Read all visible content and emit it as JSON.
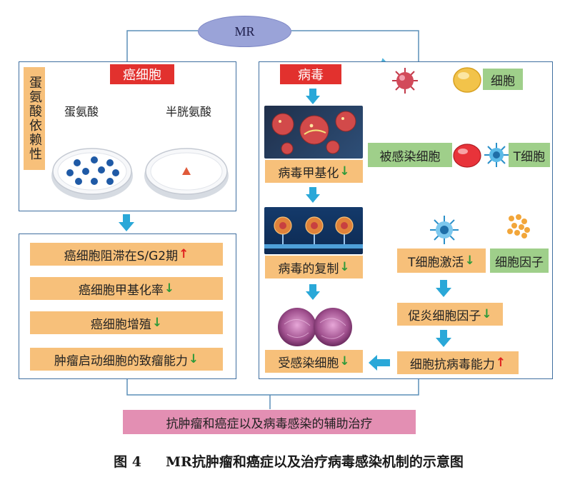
{
  "top": {
    "mr": "MR"
  },
  "left": {
    "cancer_cell": "癌细胞",
    "methionine_dependency": "蛋氨酸依赖性",
    "methionine": "蛋氨酸",
    "cysteine": "半胱氨酸"
  },
  "left_effects": [
    {
      "text": "癌细胞阻滞在S/G2期",
      "arrow": "↑"
    },
    {
      "text": "癌细胞甲基化率",
      "arrow": "↓"
    },
    {
      "text": "癌细胞增殖",
      "arrow": "↓"
    },
    {
      "text": "肿瘤启动细胞的致瘤能力",
      "arrow": "↓"
    }
  ],
  "right": {
    "virus": "病毒",
    "virus_methylation": {
      "text": "病毒甲基化",
      "arrow": "↓"
    },
    "virus_replication": {
      "text": "病毒的复制",
      "arrow": "↓"
    },
    "infected_cells_down": {
      "text": "受感染细胞",
      "arrow": "↓"
    },
    "cell": "细胞",
    "infected_cell": "被感染细胞",
    "t_cell": "T细胞",
    "cytokine": "细胞因子",
    "t_cell_activation": {
      "text": "T细胞激活",
      "arrow": "↓"
    },
    "proinflammatory_cytokine": {
      "text": "促炎细胞因子",
      "arrow": "↓"
    },
    "antiviral_ability": {
      "text": "细胞抗病毒能力",
      "arrow": "↑"
    }
  },
  "bottom": {
    "therapy": "抗肿瘤和癌症以及病毒感染的辅助治疗"
  },
  "caption": {
    "figure": "图 4",
    "title": "MR抗肿瘤和癌症以及治疗病毒感染机制的示意图"
  }
}
